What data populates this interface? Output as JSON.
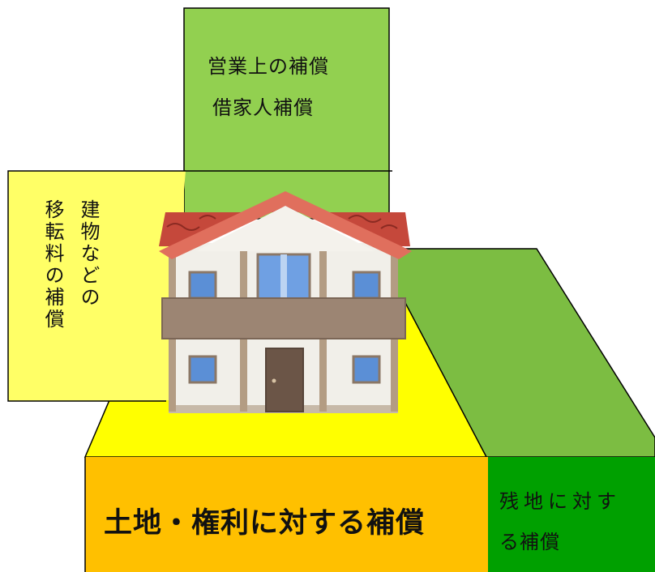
{
  "labels": {
    "business_line1": "営業上の補償",
    "business_line2": "借家人補償",
    "building_col1": "建物などの",
    "building_col2": "移転料の補償",
    "land": "土地・権利に対する補償",
    "remaining_line1": "残地に対す",
    "remaining_line2": "る補償"
  },
  "colors": {
    "business_block": "#92d050",
    "building_block": "#ffff66",
    "land_plane": "#ffff00",
    "land_block": "#ffc000",
    "remaining_plane": "#7cbd42",
    "remaining_block": "#00a000"
  },
  "icons": {
    "house": "house-illustration-icon"
  }
}
